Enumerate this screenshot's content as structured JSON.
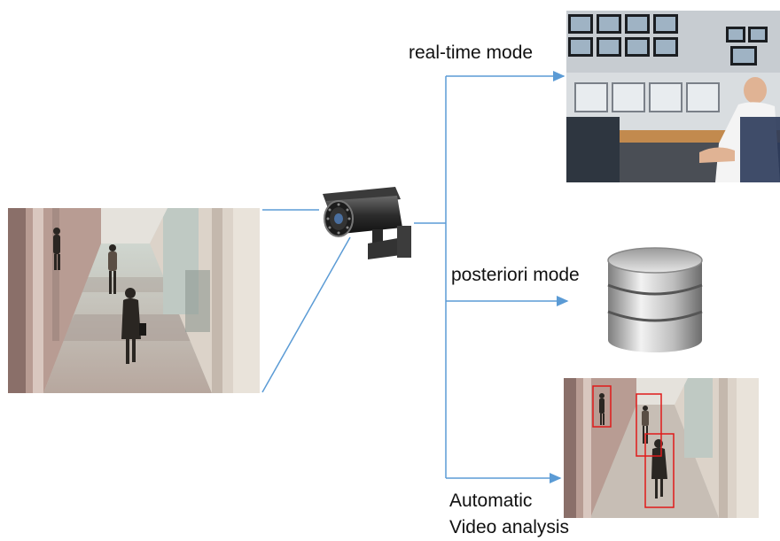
{
  "labels": {
    "realtime": "real-time mode",
    "posteriori": "posteriori mode",
    "automatic_line1": "Automatic",
    "automatic_line2": "Video analysis"
  },
  "icons": {
    "camera": "surveillance-camera-icon",
    "database": "database-icon"
  },
  "colors": {
    "connector": "#5b9bd5",
    "detection_box": "#e01a1a",
    "database_silver": "#c8c8c8"
  }
}
